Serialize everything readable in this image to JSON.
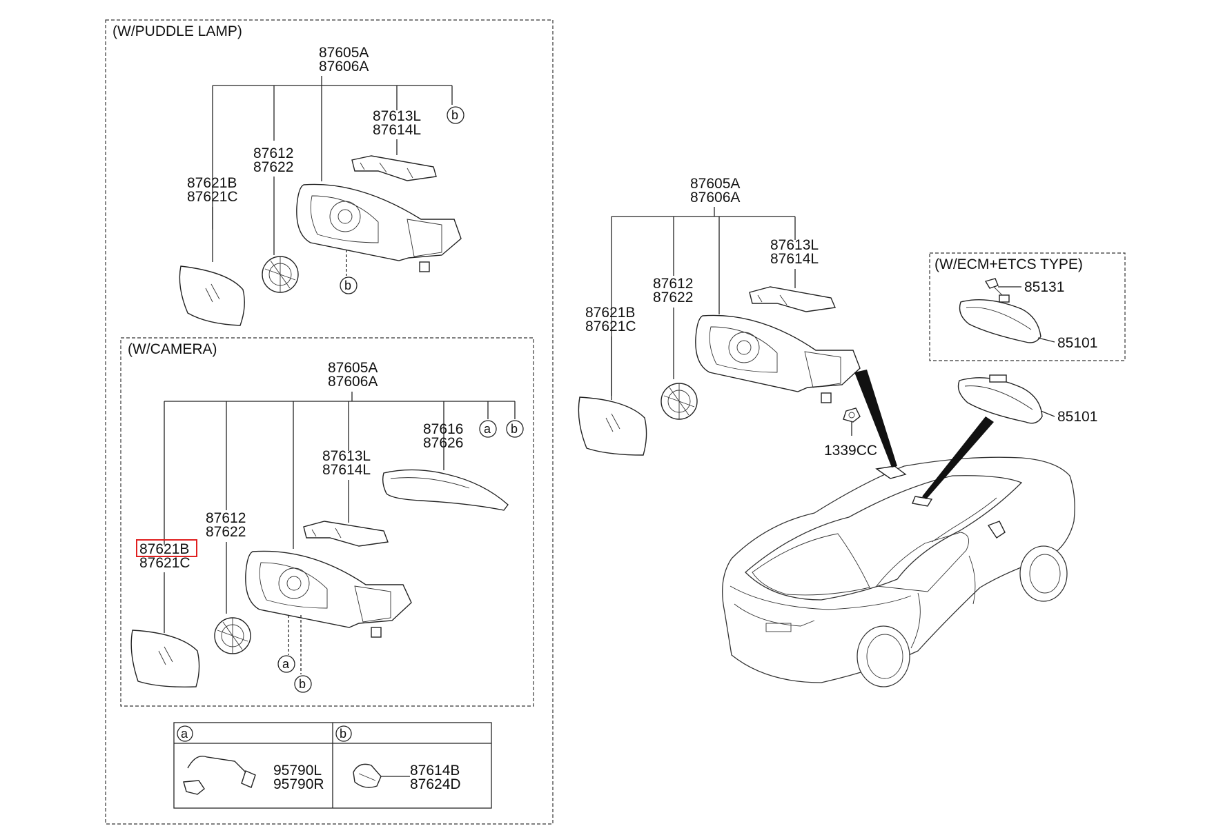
{
  "sections": {
    "puddle_lamp": "(W/PUDDLE LAMP)",
    "camera": "(W/CAMERA)",
    "ecm_etcs": "(W/ECM+ETCS TYPE)"
  },
  "refs": {
    "a": "a",
    "b": "b"
  },
  "puddle": {
    "assembly": [
      "87605A",
      "87606A"
    ],
    "lamp": [
      "87613L",
      "87614L"
    ],
    "actuator": [
      "87612",
      "87622"
    ],
    "glass": [
      "87621B",
      "87621C"
    ]
  },
  "camera": {
    "assembly": [
      "87605A",
      "87606A"
    ],
    "cover": [
      "87616",
      "87626"
    ],
    "lamp": [
      "87613L",
      "87614L"
    ],
    "actuator": [
      "87612",
      "87622"
    ],
    "glass": [
      "87621B",
      "87621C"
    ]
  },
  "legend": {
    "a_parts": [
      "95790L",
      "95790R"
    ],
    "b_parts": [
      "87614B",
      "87624D"
    ]
  },
  "main": {
    "assembly": [
      "87605A",
      "87606A"
    ],
    "lamp": [
      "87613L",
      "87614L"
    ],
    "actuator": [
      "87612",
      "87622"
    ],
    "glass": [
      "87621B",
      "87621C"
    ],
    "clip": "1339CC"
  },
  "ecm": {
    "sensor": "85131",
    "inside_mirror": "85101"
  },
  "inside_mirror": "85101",
  "colors": {
    "highlight": "#e02020",
    "line": "#222222"
  }
}
